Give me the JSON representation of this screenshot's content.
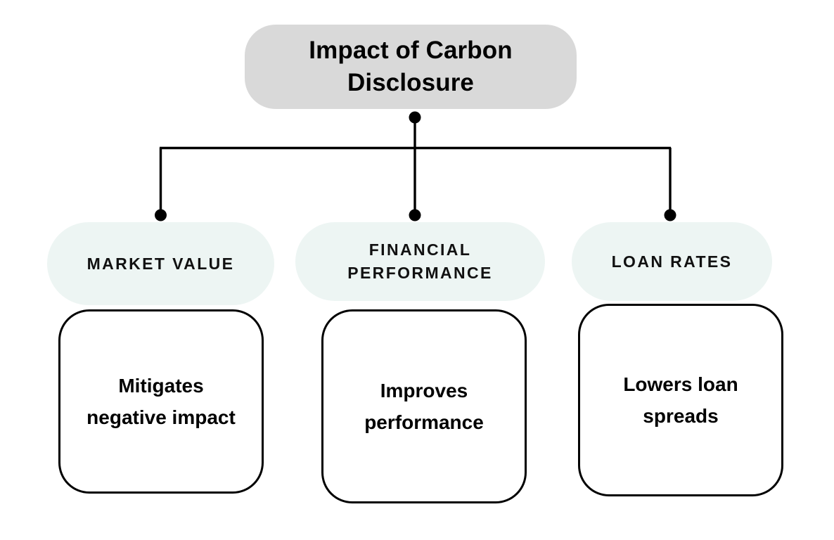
{
  "diagram": {
    "type": "tree",
    "root": {
      "title": "Impact of Carbon Disclosure"
    },
    "branches": [
      {
        "header": "MARKET VALUE",
        "body": "Mitigates negative impact"
      },
      {
        "header": "FINANCIAL PERFORMANCE",
        "body": "Improves performance"
      },
      {
        "header": "LOAN RATES",
        "body": "Lowers loan spreads"
      }
    ],
    "colors": {
      "root_background": "#d9d9d9",
      "header_background": "#edf5f3",
      "body_background": "#ffffff",
      "connector": "#000000",
      "text": "#000000",
      "canvas": "#ffffff"
    }
  }
}
